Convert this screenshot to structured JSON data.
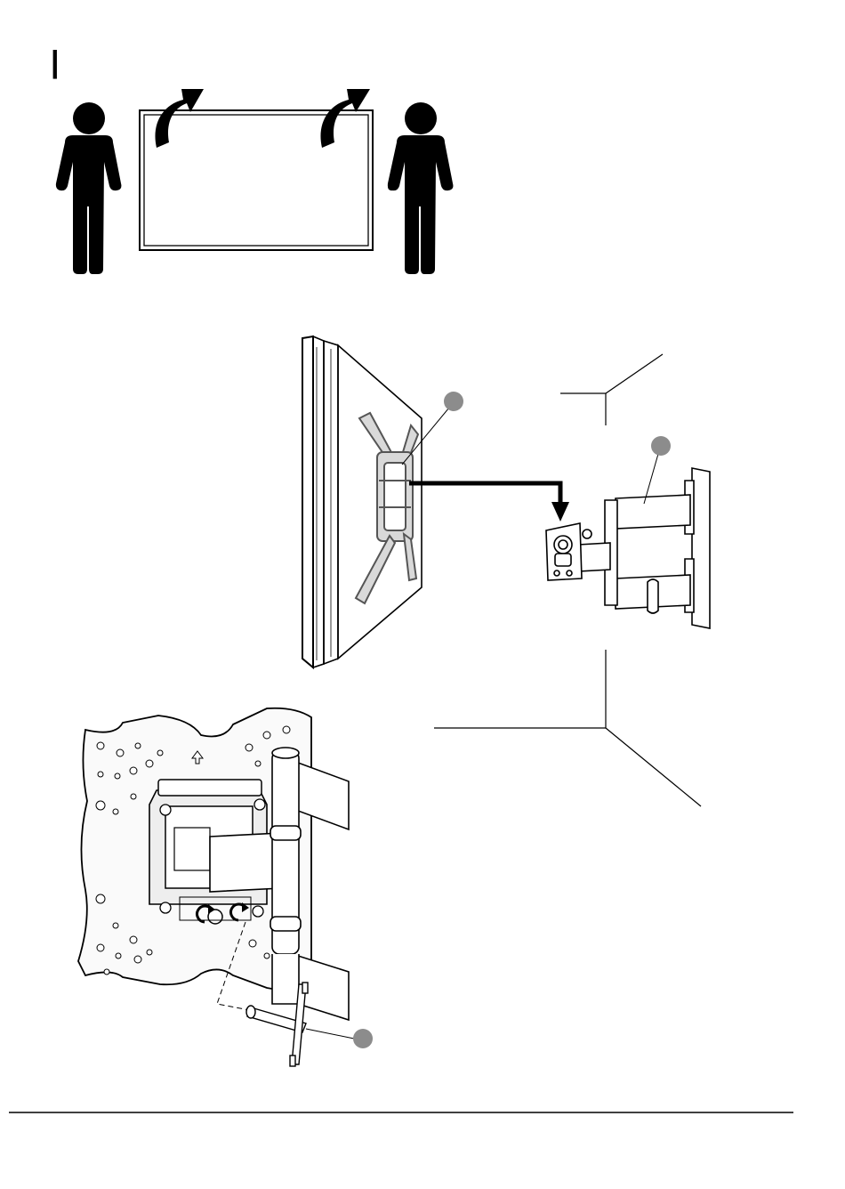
{
  "page": {
    "section_marker": "|",
    "footer_rule": true
  },
  "step_lift": {
    "people": [
      "person-left",
      "person-right"
    ],
    "arrows": [
      "lift-arrow-left",
      "lift-arrow-right"
    ]
  },
  "callouts": [
    {
      "id": "callout-tv-bracket",
      "label": ""
    },
    {
      "id": "callout-arm",
      "label": ""
    },
    {
      "id": "callout-wrench",
      "label": ""
    }
  ],
  "colors": {
    "ink": "#000000",
    "callout_fill": "#8c8c8c",
    "background": "#ffffff",
    "part_fill": "#f4f4f4"
  },
  "icons": [
    "person-icon",
    "curved-arrow-icon",
    "down-arrow-icon",
    "up-arrow-icon",
    "rotate-arrow-icon"
  ]
}
